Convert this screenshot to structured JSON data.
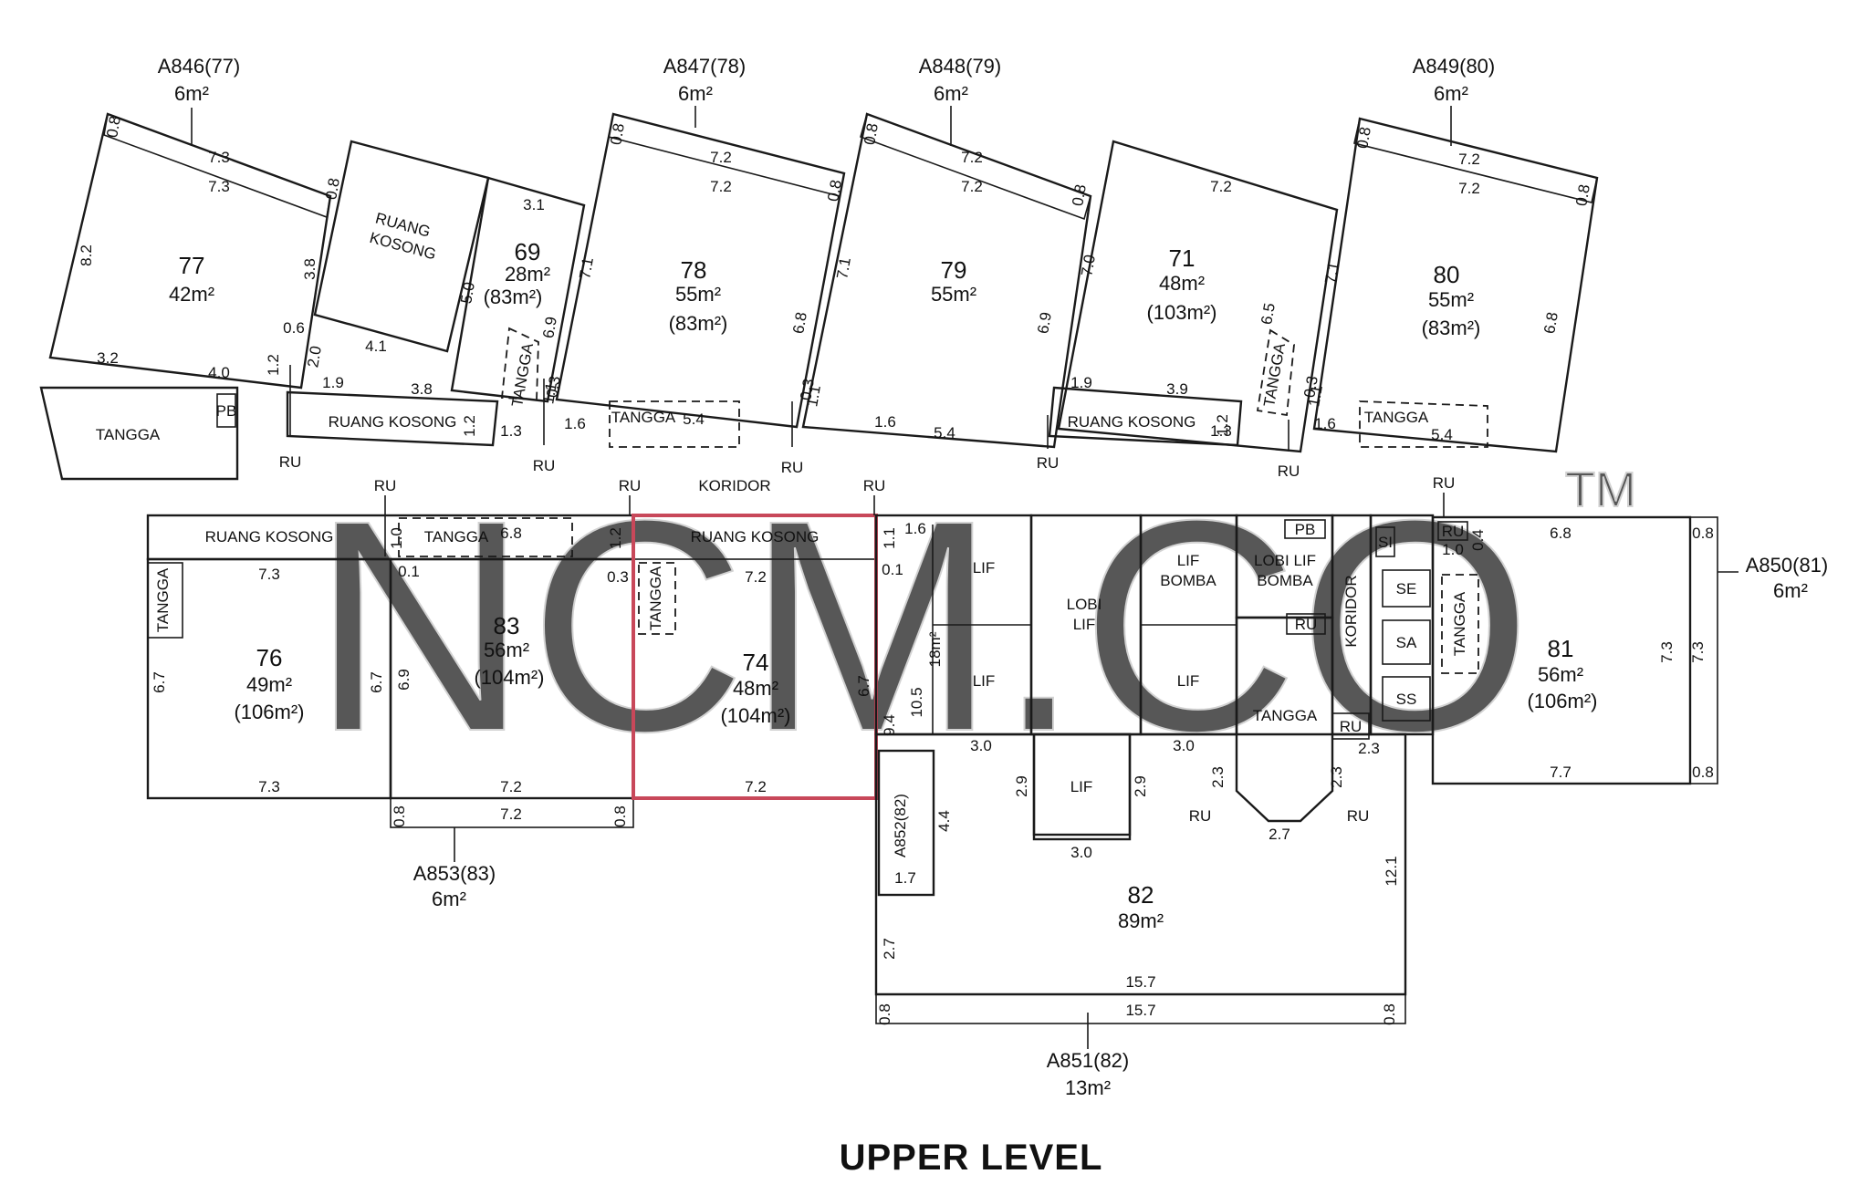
{
  "title": "UPPER LEVEL",
  "watermark": "NCM.CO",
  "watermark_tm": "TM",
  "highlight_color": "#c8485a",
  "units": {
    "u77": {
      "id": "77",
      "area": "42m²"
    },
    "u69": {
      "id": "69",
      "area": "28m²",
      "gross": "(83m²)"
    },
    "u78": {
      "id": "78",
      "area": "55m²",
      "gross": "(83m²)"
    },
    "u79": {
      "id": "79",
      "area": "55m²"
    },
    "u71": {
      "id": "71",
      "area": "48m²",
      "gross": "(103m²)"
    },
    "u80": {
      "id": "80",
      "area": "55m²",
      "gross": "(83m²)"
    },
    "u76": {
      "id": "76",
      "area": "49m²",
      "gross": "(106m²)"
    },
    "u83": {
      "id": "83",
      "area": "56m²",
      "gross": "(104m²)"
    },
    "u74": {
      "id": "74",
      "area": "48m²",
      "gross": "(104m²)"
    },
    "u81": {
      "id": "81",
      "area": "56m²",
      "gross": "(106m²)"
    },
    "u82": {
      "id": "82",
      "area": "89m²"
    },
    "lobby": {
      "area": "18m²"
    }
  },
  "accessories": {
    "a846": {
      "id": "A846(77)",
      "area": "6m²"
    },
    "a847": {
      "id": "A847(78)",
      "area": "6m²"
    },
    "a848": {
      "id": "A848(79)",
      "area": "6m²"
    },
    "a849": {
      "id": "A849(80)",
      "area": "6m²"
    },
    "a850": {
      "id": "A850(81)",
      "area": "6m²"
    },
    "a851": {
      "id": "A851(82)",
      "area": "13m²"
    },
    "a852": {
      "id": "A852(82)"
    },
    "a853": {
      "id": "A853(83)",
      "area": "6m²"
    }
  },
  "labels": {
    "tangga": "TANGGA",
    "ruang_kosong": "RUANG KOSONG",
    "ruang": "RUANG",
    "kosong": "KOSONG",
    "koridor": "KORIDOR",
    "ru": "RU",
    "pb": "PB",
    "lif": "LIF",
    "lobi_lif": "LOBI LIF",
    "lobi": "LOBI",
    "lif_bomba": "LIF BOMBA",
    "lif_bomba_1": "LIF",
    "lif_bomba_2": "BOMBA",
    "lobi_lif_bomba_1": "LOBI LIF",
    "lobi_lif_bomba_2": "BOMBA",
    "se": "SE",
    "sa": "SA",
    "ss": "SS",
    "si": "SI"
  },
  "dims": {
    "d0_8": "0.8",
    "d7_3": "7.3",
    "d8_2": "8.2",
    "d3_2": "3.2",
    "d4_0": "4.0",
    "d3_8": "3.8",
    "d0_6": "0.6",
    "d1_2": "1.2",
    "d2_0": "2.0",
    "d4_1": "4.1",
    "d3_1": "3.1",
    "d5_0": "5.0",
    "d1_9": "1.9",
    "d1_3": "1.3",
    "d7_2": "7.2",
    "d7_1": "7.1",
    "d6_8": "6.8",
    "d0_3": "0.3",
    "d1_1": "1.1",
    "d1_6": "1.6",
    "d5_4": "5.4",
    "d7_0": "7.0",
    "d3_9": "3.9",
    "d6_5": "6.5",
    "d6_7": "6.7",
    "d6_9": "6.9",
    "d0_1": "0.1",
    "d1_0": "1.0",
    "d10_5": "10.5",
    "d9_4": "9.4",
    "d3_0": "3.0",
    "d2_9": "2.9",
    "d2_3": "2.3",
    "d2_7": "2.7",
    "d4_4": "4.4",
    "d1_7": "1.7",
    "d15_7": "15.7",
    "d12_1": "12.1",
    "d0_4": "0.4",
    "d7_7": "7.7"
  }
}
